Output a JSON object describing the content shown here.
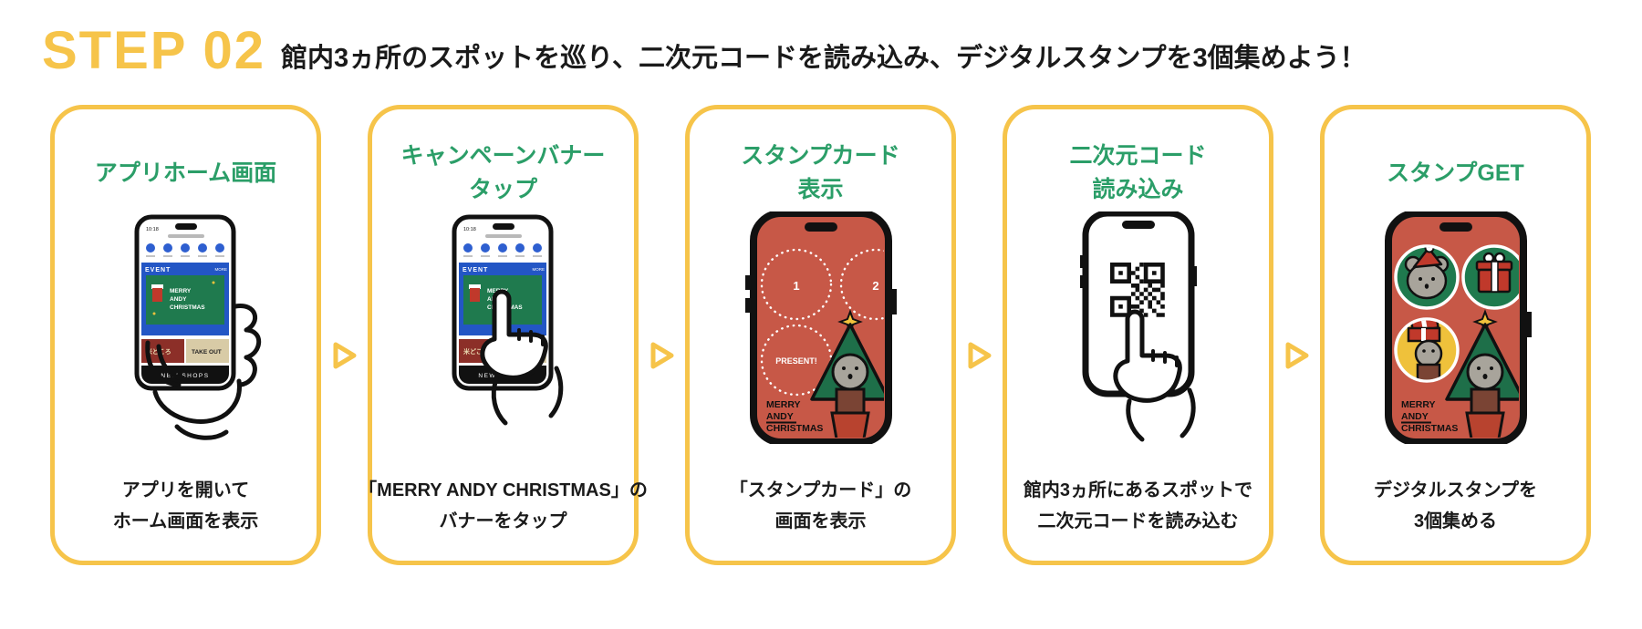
{
  "step_label": "STEP 02",
  "headline": "館内3ヵ所のスポットを巡り、二次元コードを読み込み、デジタルスタンプを3個集めよう！",
  "panels": [
    {
      "title_line1": "アプリホーム画面",
      "title_line2": "",
      "desc_line1": "アプリを開いて",
      "desc_line2": "ホーム画面を表示"
    },
    {
      "title_line1": "キャンペーンバナー",
      "title_line2": "タップ",
      "desc_line1": "「MERRY ANDY CHRISTMAS」の",
      "desc_line2": "バナーをタップ"
    },
    {
      "title_line1": "スタンプカード",
      "title_line2": "表示",
      "desc_line1": "「スタンプカード」の",
      "desc_line2": "画面を表示"
    },
    {
      "title_line1": "二次元コード",
      "title_line2": "読み込み",
      "desc_line1": "館内3ヵ所にあるスポットで",
      "desc_line2": "二次元コードを読み込む"
    },
    {
      "title_line1": "スタンプGET",
      "title_line2": "",
      "desc_line1": "デジタルスタンプを",
      "desc_line2": "3個集める"
    }
  ],
  "phone_app_ui": {
    "status_time": "10:18",
    "event_label": "EVENT",
    "more_label": "MORE",
    "banner_line1": "MERRY",
    "banner_line2": "ANDY",
    "banner_line3": "CHRISTMAS",
    "sub_banner_left": "米どころ",
    "sub_banner_right": "TAKE OUT",
    "new_shops_label": "NEW SHOPS"
  },
  "stamp_card_ui": {
    "stamp1_label": "1",
    "stamp2_label": "2",
    "present_label": "PRESENT!",
    "brand_line1": "MERRY",
    "brand_line2": "ANDY",
    "brand_line3": "CHRISTMAS"
  },
  "colors": {
    "accent_yellow": "#F6C44A",
    "title_green": "#2B9E68",
    "screen_red": "#C75847",
    "stamp_green": "#1F7A4E",
    "stamp_yellow": "#EFC13B"
  }
}
